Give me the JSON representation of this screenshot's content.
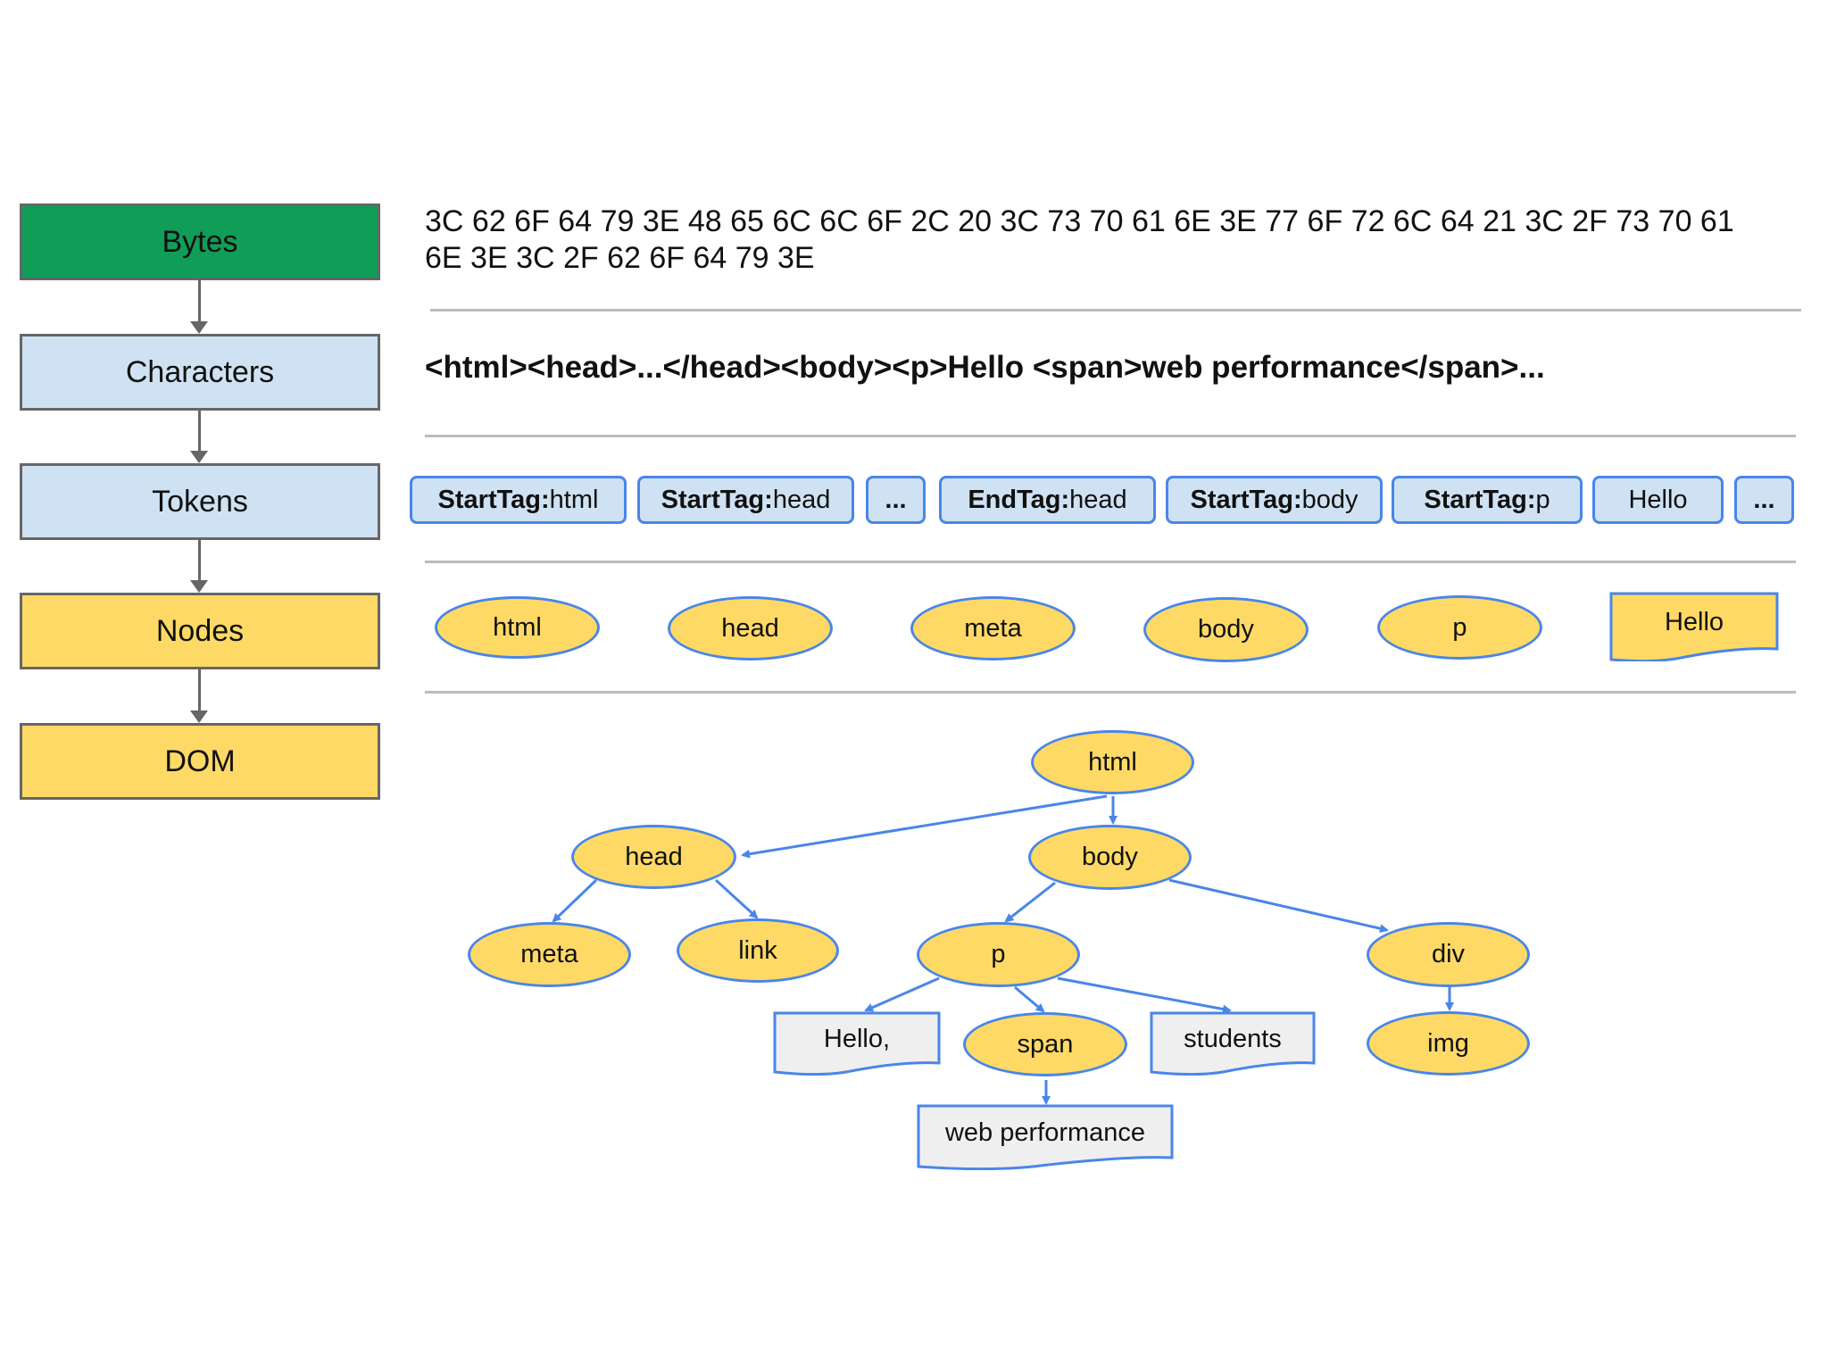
{
  "stages": [
    "Bytes",
    "Characters",
    "Tokens",
    "Nodes",
    "DOM"
  ],
  "bytes_text": "3C 62 6F 64 79 3E 48 65 6C 6C 6F 2C 20 3C 73 70 61 6E 3E 77 6F 72 6C 64 21 3C 2F 73 70 61\n6E 3E 3C 2F 62 6F 64 79 3E",
  "characters_text": "<html><head>...</head><body><p>Hello <span>web performance</span>...",
  "tokens": [
    {
      "kind": "StartTag:",
      "value": " html"
    },
    {
      "kind": "StartTag:",
      "value": " head"
    },
    {
      "kind": "...",
      "value": ""
    },
    {
      "kind": "EndTag:",
      "value": " head"
    },
    {
      "kind": "StartTag:",
      "value": " body"
    },
    {
      "kind": "StartTag:",
      "value": " p"
    },
    {
      "kind": "",
      "value": "Hello"
    },
    {
      "kind": "...",
      "value": ""
    }
  ],
  "nodes": [
    "html",
    "head",
    "meta",
    "body",
    "p",
    "Hello"
  ],
  "dom": {
    "html": "html",
    "head": "head",
    "body": "body",
    "meta": "meta",
    "link": "link",
    "p": "p",
    "div": "div",
    "hello_comma": "Hello,",
    "span": "span",
    "students": "students",
    "img": "img",
    "web_performance": "web performance"
  },
  "colors": {
    "bytes": "#0f9d58",
    "characters_tokens": "#cfe2f3",
    "nodes_dom": "#ffd966",
    "edge": "#4a86e8"
  }
}
